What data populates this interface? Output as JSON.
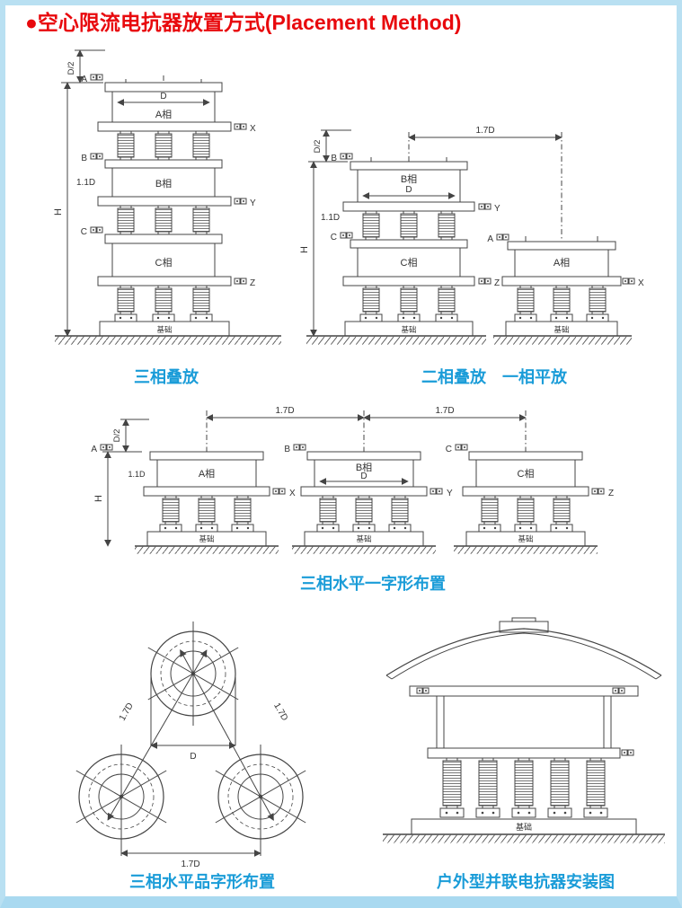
{
  "title": "●空心限流电抗器放置方式(Placement Method)",
  "captions": {
    "stacked3": "三相叠放",
    "stacked2flat1": "二相叠放　一相平放",
    "inline3": "三相水平一字形布置",
    "triangle3": "三相水平品字形布置",
    "outdoor": "户外型并联电抗器安装图"
  },
  "labels": {
    "a": "A",
    "b": "B",
    "c": "C",
    "x": "X",
    "y": "Y",
    "z": "Z",
    "phase_a": "A相",
    "phase_b": "B相",
    "phase_c": "C相",
    "d": "D",
    "half_d": "D/2",
    "h": "H",
    "d11": "1.1D",
    "d17": "1.7D",
    "foundation": "基础"
  },
  "colors": {
    "title": "#e8090d",
    "caption": "#1a9cd8",
    "line": "#444444",
    "border": "#b9e0f2"
  }
}
